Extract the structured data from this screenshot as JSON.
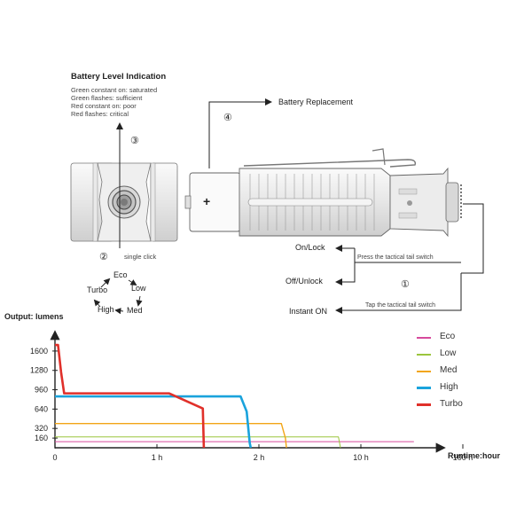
{
  "battery_indication": {
    "title": "Battery Level Indication",
    "lines": [
      "Green constant on: saturated",
      "Green flashes: sufficient",
      "Red constant on: poor",
      "Red flashes: critical"
    ]
  },
  "steps": {
    "step1": "①",
    "step2": "②",
    "step3": "③",
    "step4": "④"
  },
  "labels": {
    "battery_replacement": "Battery Replacement",
    "single_click": "single click",
    "on_lock": "On/Lock",
    "off_unlock": "Off/Unlock",
    "instant_on": "Instant ON",
    "press_switch": "Press the tactical tail switch",
    "tap_switch": "Tap the tactical tail switch",
    "battery_plus": "+"
  },
  "mode_cycle": [
    "Eco",
    "Low",
    "Med",
    "High",
    "Turbo"
  ],
  "chart_data": {
    "type": "line",
    "ylabel": "Output: lumens",
    "xlabel": "Runtime:hour",
    "x_ticks": [
      "0",
      "1 h",
      "2 h",
      "10 h",
      "100 h"
    ],
    "y_ticks": [
      160,
      320,
      640,
      960,
      1280,
      1600
    ],
    "legend_position": "right",
    "series": [
      {
        "name": "Eco",
        "color": "#d64a9c",
        "x_tick_pos": [
          0,
          3.52
        ],
        "lumens": [
          100,
          100
        ]
      },
      {
        "name": "Low",
        "color": "#9bc53d",
        "x_tick_pos": [
          0,
          2.78,
          2.8
        ],
        "lumens": [
          180,
          180,
          0
        ]
      },
      {
        "name": "Med",
        "color": "#f2a516",
        "x_tick_pos": [
          0,
          2.22,
          2.26,
          2.27
        ],
        "lumens": [
          400,
          400,
          160,
          0
        ]
      },
      {
        "name": "High",
        "color": "#1aa3dc",
        "x_tick_pos": [
          0,
          1.82,
          1.88,
          1.91,
          1.92
        ],
        "lumens": [
          850,
          850,
          600,
          80,
          0
        ]
      },
      {
        "name": "Turbo",
        "color": "#e0302a",
        "x_tick_pos": [
          0,
          0.03,
          0.06,
          0.09,
          1.12,
          1.45,
          1.46
        ],
        "lumens": [
          1700,
          1700,
          1250,
          900,
          900,
          650,
          0
        ]
      }
    ]
  }
}
